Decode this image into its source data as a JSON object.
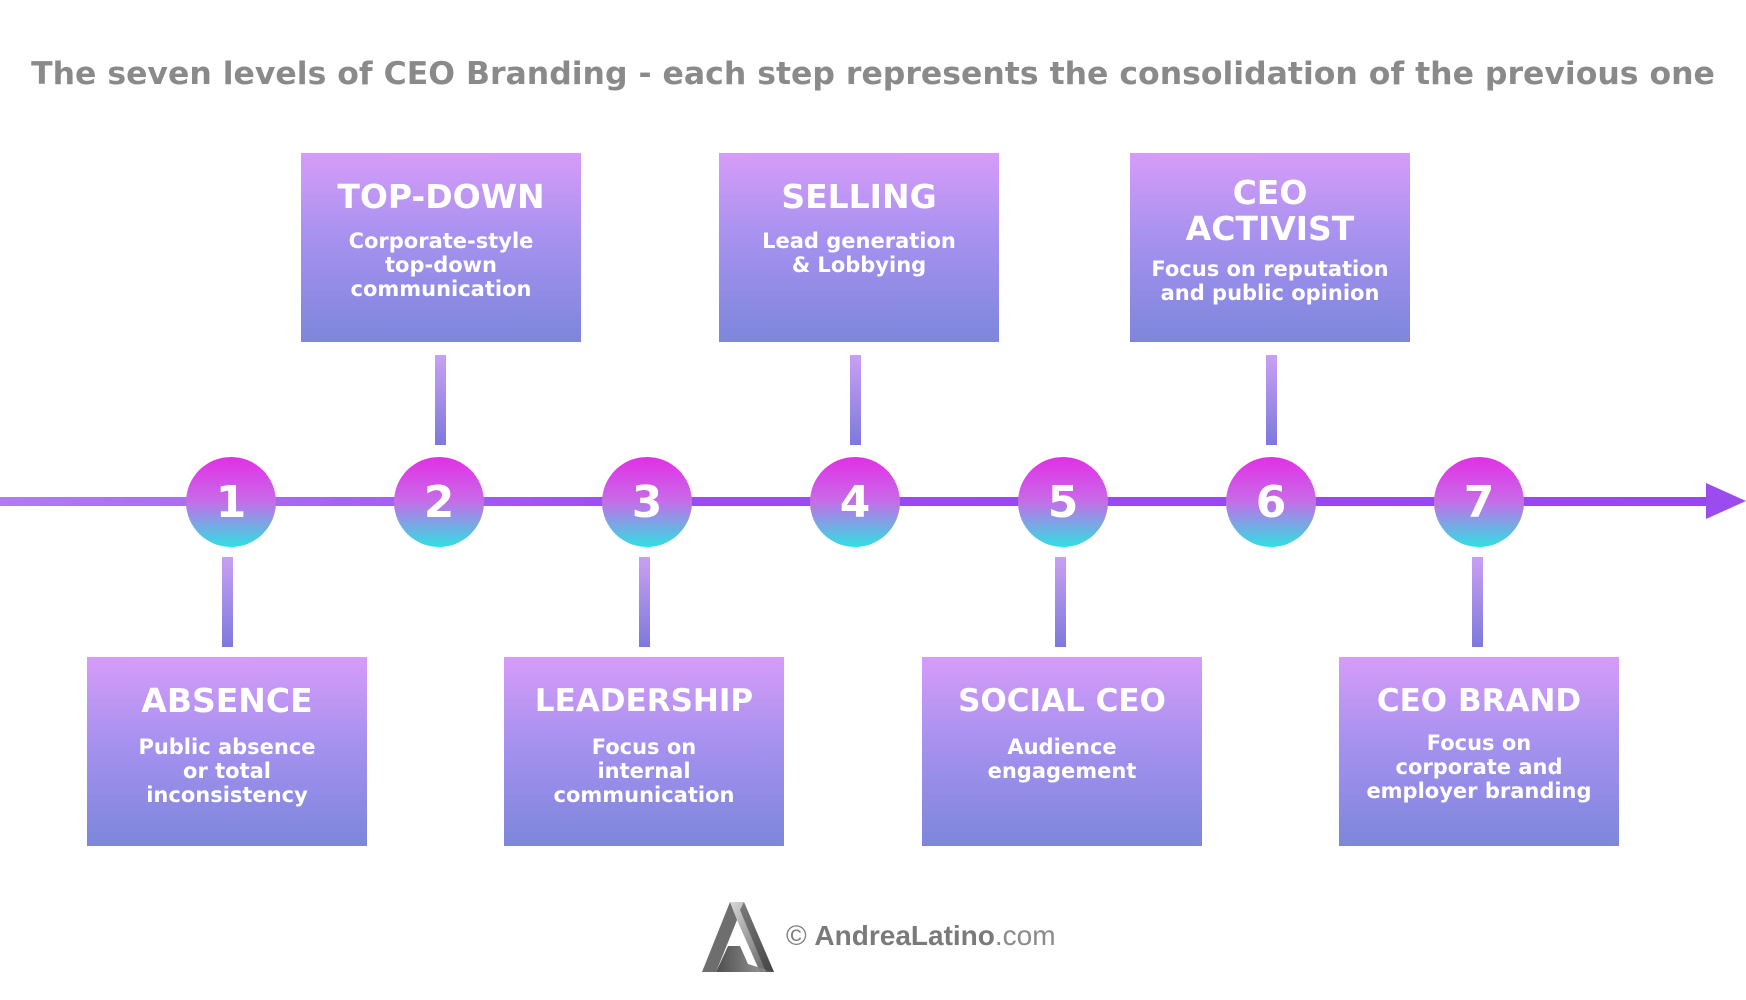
{
  "title": "The seven levels of CEO Branding - each step represents the consolidation of the previous one",
  "steps": [
    {
      "number": "1",
      "title": "ABSENCE",
      "description": "Public absence\nor total\ninconsistency"
    },
    {
      "number": "2",
      "title": "TOP-DOWN",
      "description": "Corporate-style\ntop-down\ncommunication"
    },
    {
      "number": "3",
      "title": "LEADERSHIP",
      "description": "Focus on\ninternal\ncommunication"
    },
    {
      "number": "4",
      "title": "SELLING",
      "description": "Lead generation\n& Lobbying"
    },
    {
      "number": "5",
      "title": "SOCIAL CEO",
      "description": "Audience\nengagement"
    },
    {
      "number": "6",
      "title": "CEO\nACTIVIST",
      "description": "Focus on reputation\nand public opinion"
    },
    {
      "number": "7",
      "title": "CEO BRAND",
      "description": "Focus on\ncorporate and\nemployer branding"
    }
  ],
  "credit": {
    "prefix": "© ",
    "name": "AndreaLatino",
    "domain": ".com"
  },
  "colors": {
    "timeline": "#9a4cef",
    "node_top": "#e22fe6",
    "node_bottom": "#30e0e2",
    "card_top": "#d69cf8",
    "card_bottom": "#7d86dc",
    "title_text": "#8a8a8a"
  }
}
